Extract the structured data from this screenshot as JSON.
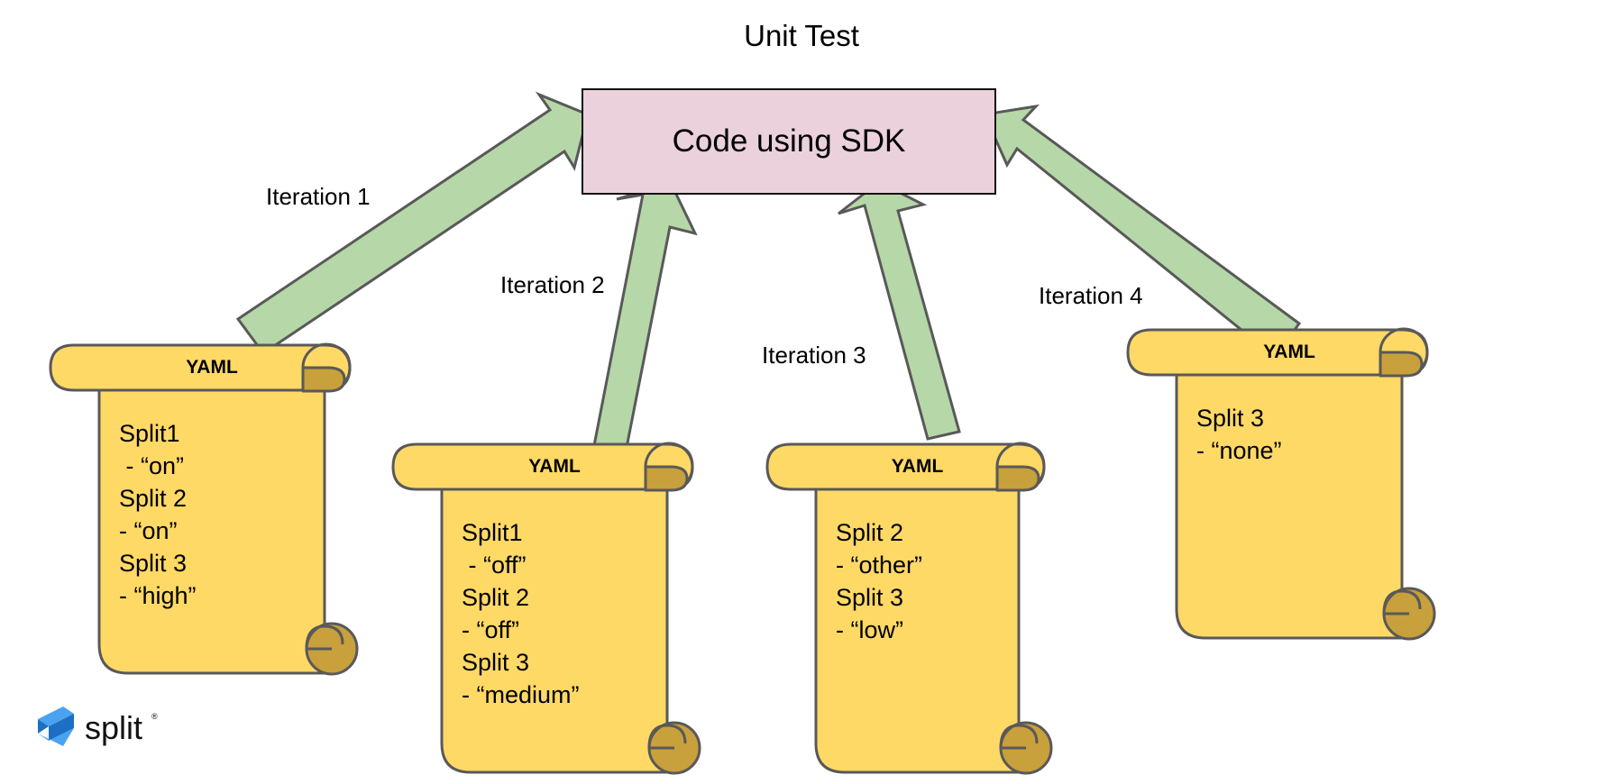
{
  "diagram": {
    "title": "Unit Test",
    "center_node": {
      "label": "Code using SDK",
      "fill_color": "#ead1dc",
      "stroke_color": "#111111"
    },
    "arrow_color": "#b6d7a8",
    "arrow_stroke_color": "#595959",
    "scroll_fill_color": "#ffd966",
    "scroll_curl_color": "#c8a03c",
    "scroll_stroke_color": "#595959"
  },
  "edges": [
    {
      "label": "Iteration 1"
    },
    {
      "label": "Iteration 2"
    },
    {
      "label": "Iteration 3"
    },
    {
      "label": "Iteration 4"
    }
  ],
  "scrolls": [
    {
      "title": "YAML",
      "lines": "Split1\n - “on”\nSplit 2\n- “on”\nSplit 3\n- “high”"
    },
    {
      "title": "YAML",
      "lines": "Split1\n - “off”\nSplit 2\n- “off”\nSplit 3\n- “medium”"
    },
    {
      "title": "YAML",
      "lines": "Split 2\n- “other”\nSplit 3\n- “low”"
    },
    {
      "title": "YAML",
      "lines": "Split 3\n- “none”"
    }
  ],
  "branding": {
    "wordmark": "split",
    "trademark": "®",
    "mark_color_light": "#4aa3ef",
    "mark_color_dark": "#1d6fc4"
  }
}
